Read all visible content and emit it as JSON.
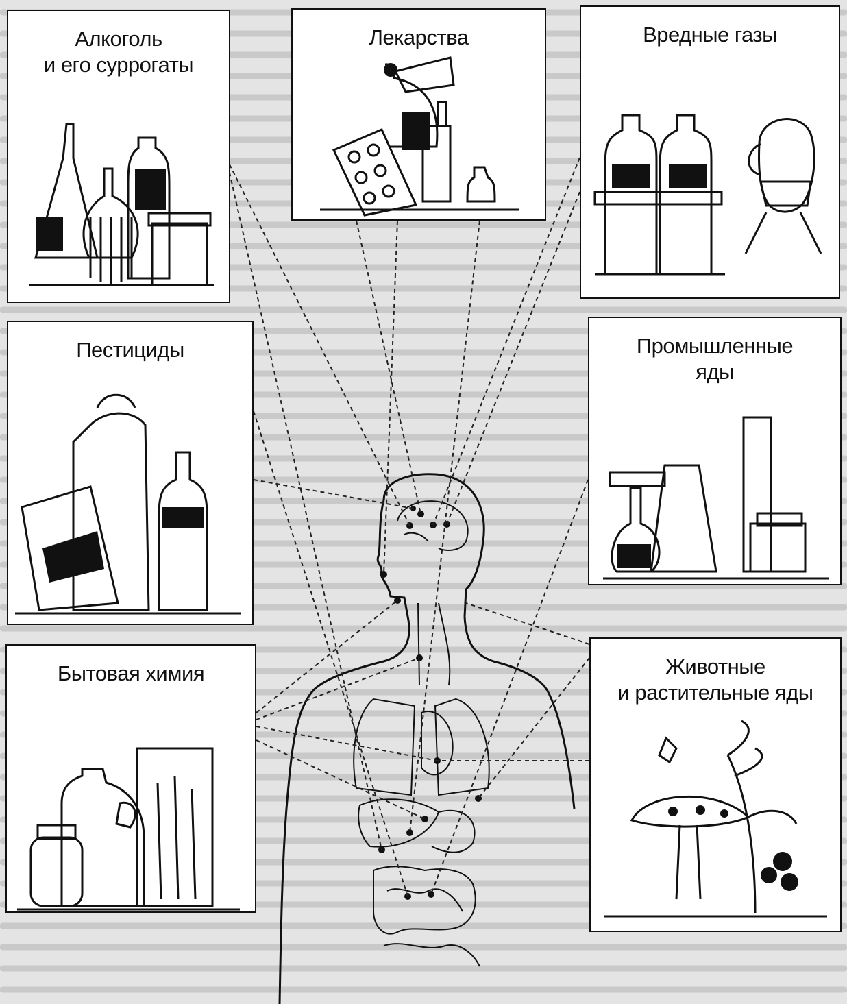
{
  "panels": {
    "alcohol": {
      "label": "Алкоголь\nи его суррогаты"
    },
    "medicines": {
      "label": "Лекарства"
    },
    "gases": {
      "label": "Вредные газы"
    },
    "pesticides": {
      "label": "Пестициды"
    },
    "industrial": {
      "label": "Промышленные\nяды"
    },
    "household": {
      "label": "Бытовая химия"
    },
    "animal_plant": {
      "label": "Животные\nи растительные яды"
    }
  },
  "colors": {
    "background": "#e4e4e4",
    "panel_fill": "#ffffff",
    "ink": "#111111"
  },
  "icons": [
    "bottle-group-icon",
    "pill-blister-icon",
    "gas-mask-person-icon",
    "sprayer-icon",
    "lab-glassware-icon",
    "detergent-bottles-icon",
    "mushroom-plant-icon",
    "human-anatomy-icon"
  ]
}
